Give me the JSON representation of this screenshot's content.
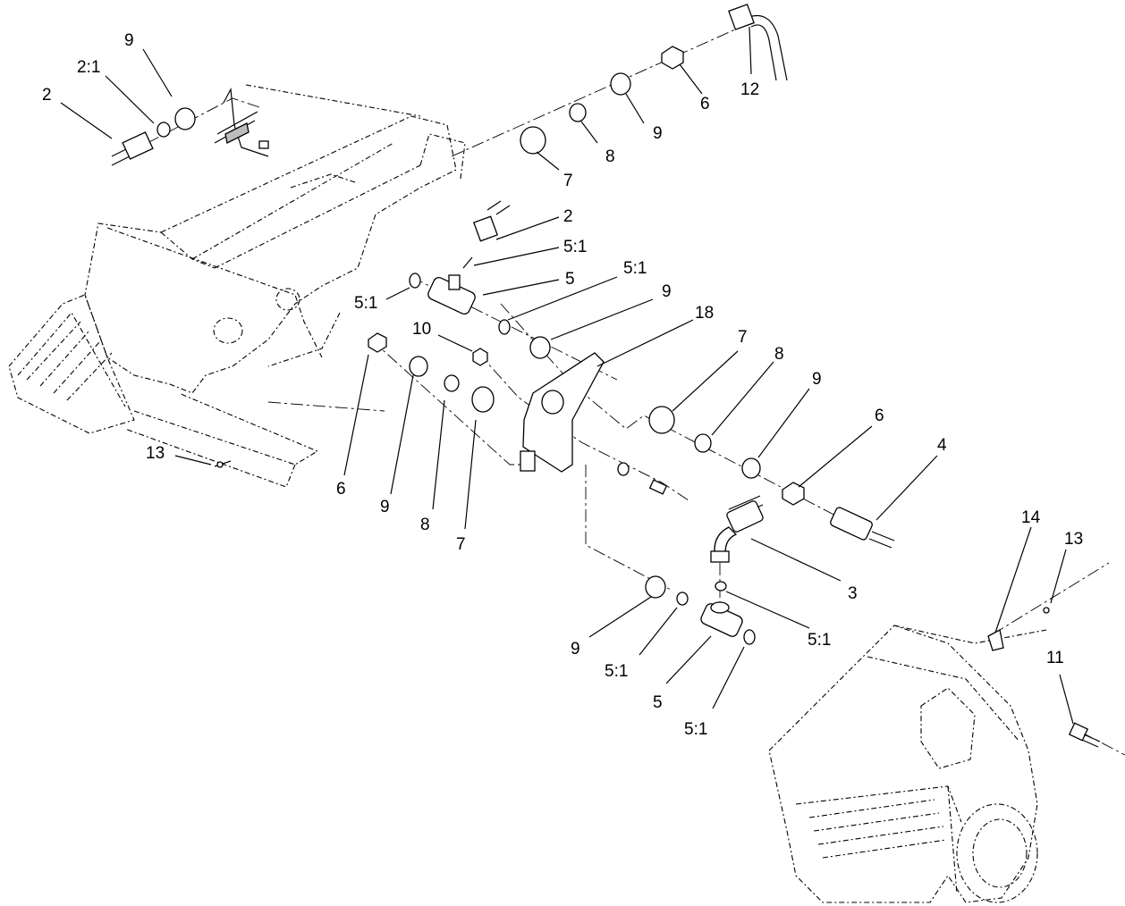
{
  "callouts": [
    {
      "id": "c-2-left",
      "text": "2"
    },
    {
      "id": "c-2-1-left",
      "text": "2:1"
    },
    {
      "id": "c-9-top",
      "text": "9"
    },
    {
      "id": "c-12",
      "text": "12"
    },
    {
      "id": "c-6-top",
      "text": "6"
    },
    {
      "id": "c-9-right-top",
      "text": "9"
    },
    {
      "id": "c-8-top",
      "text": "8"
    },
    {
      "id": "c-7-top",
      "text": "7"
    },
    {
      "id": "c-2-mid",
      "text": "2"
    },
    {
      "id": "c-5-1-a",
      "text": "5:1"
    },
    {
      "id": "c-5-mid",
      "text": "5"
    },
    {
      "id": "c-5-1-b",
      "text": "5:1"
    },
    {
      "id": "c-5-1-c",
      "text": "5:1"
    },
    {
      "id": "c-9-mid",
      "text": "9"
    },
    {
      "id": "c-18",
      "text": "18"
    },
    {
      "id": "c-10",
      "text": "10"
    },
    {
      "id": "c-7-right",
      "text": "7"
    },
    {
      "id": "c-8-right",
      "text": "8"
    },
    {
      "id": "c-9-right",
      "text": "9"
    },
    {
      "id": "c-6-right",
      "text": "6"
    },
    {
      "id": "c-4",
      "text": "4"
    },
    {
      "id": "c-13-left",
      "text": "13"
    },
    {
      "id": "c-6-low",
      "text": "6"
    },
    {
      "id": "c-9-low",
      "text": "9"
    },
    {
      "id": "c-8-low",
      "text": "8"
    },
    {
      "id": "c-7-low",
      "text": "7"
    },
    {
      "id": "c-3",
      "text": "3"
    },
    {
      "id": "c-14",
      "text": "14"
    },
    {
      "id": "c-13-right",
      "text": "13"
    },
    {
      "id": "c-11",
      "text": "11"
    },
    {
      "id": "c-5-1-d",
      "text": "5:1"
    },
    {
      "id": "c-9-bottom",
      "text": "9"
    },
    {
      "id": "c-5-1-e",
      "text": "5:1"
    },
    {
      "id": "c-5-bottom",
      "text": "5"
    },
    {
      "id": "c-5-1-f",
      "text": "5:1"
    }
  ]
}
